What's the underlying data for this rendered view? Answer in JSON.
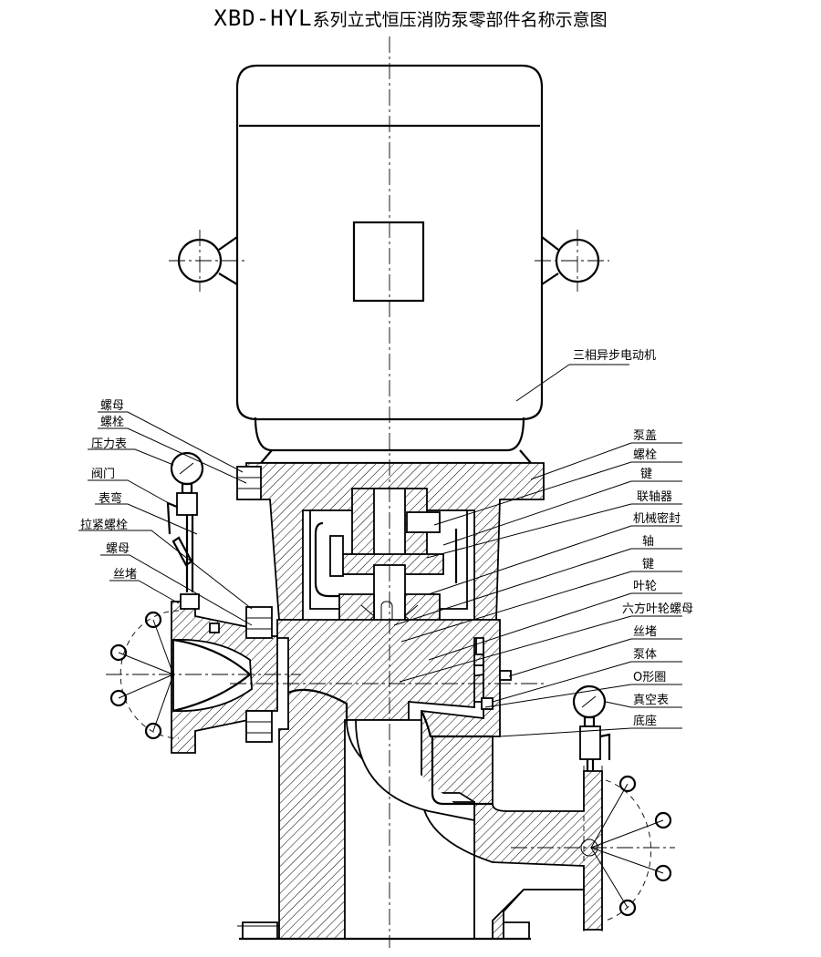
{
  "title": {
    "model": "XBD-HYL",
    "name": "系列立式恒压消防泵零部件名称示意图"
  },
  "labels_left": [
    "螺母",
    "螺栓",
    "压力表",
    "阀门",
    "表弯",
    "拉紧螺栓",
    "螺母",
    "丝堵"
  ],
  "labels_right": [
    "泵盖",
    "螺栓",
    "键",
    "联轴器",
    "机械密封",
    "轴",
    "键",
    "叶轮",
    "六方叶轮螺母",
    "丝堵",
    "泵体",
    "O形圈",
    "真空表",
    "底座"
  ],
  "motor_label": "三相异步电动机"
}
